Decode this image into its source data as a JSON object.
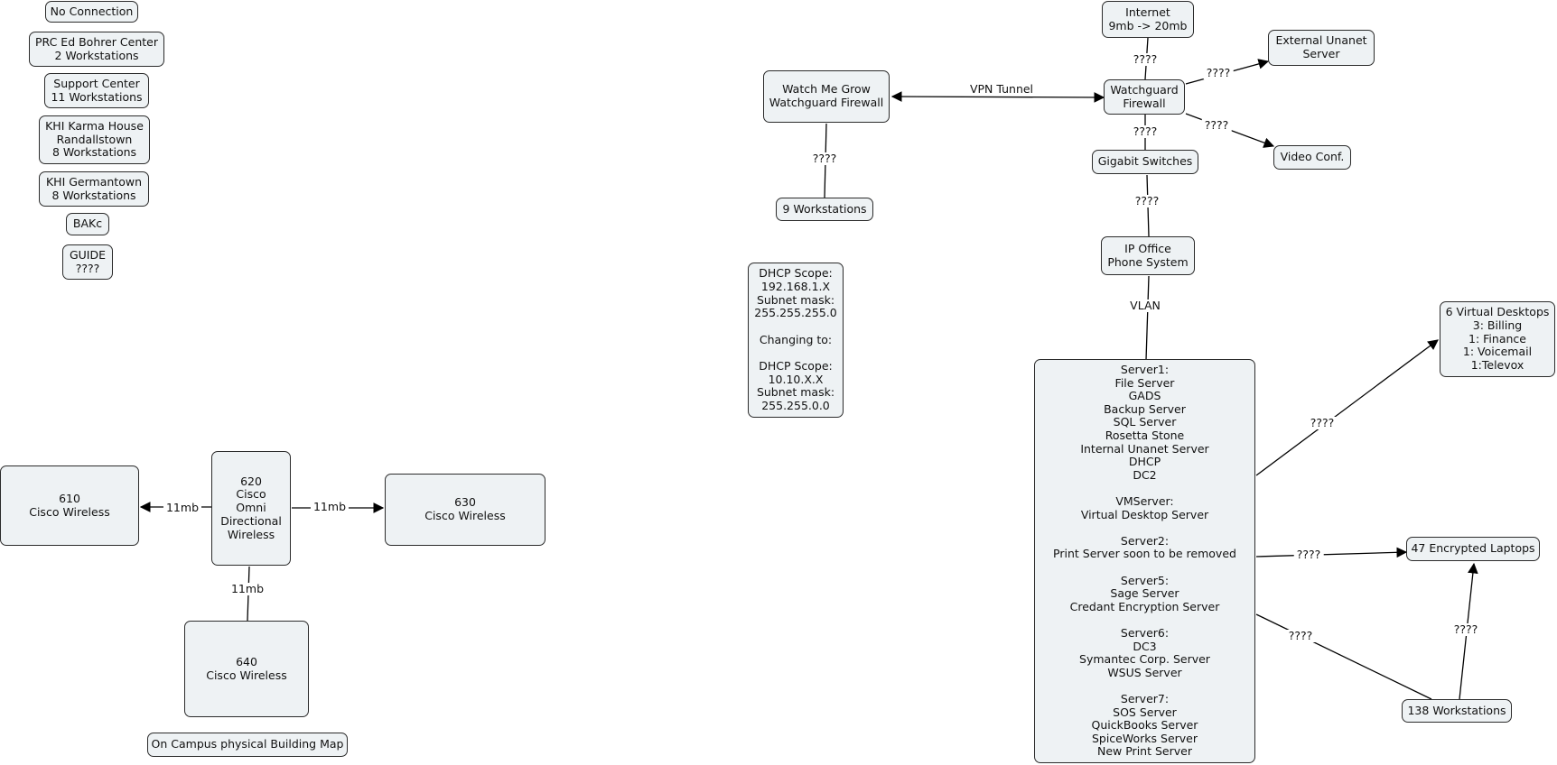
{
  "nodes": {
    "no_connection": "No Connection",
    "prc": "PRC Ed Bohrer Center\n2 Workstations",
    "support_center": "Support Center\n11 Workstations",
    "khi_karma": "KHI Karma House\nRandallstown\n8 Workstations",
    "khi_germantown": "KHI Germantown\n8 Workstations",
    "bakc": "BAKc",
    "guide": "GUIDE\n????",
    "n610": "610\nCisco Wireless",
    "n620": "620\nCisco\nOmni\nDirectional\nWireless",
    "n630": "630\nCisco Wireless",
    "n640": "640\nCisco Wireless",
    "campus_map": "On Campus physical Building Map",
    "watch_me_grow": "Watch Me Grow\nWatchguard Firewall",
    "nine_ws": "9 Workstations",
    "dhcp": "DHCP Scope:\n192.168.1.X\nSubnet mask:\n255.255.255.0\n\nChanging to:\n\nDHCP Scope:\n10.10.X.X\nSubnet mask:\n255.255.0.0",
    "internet": "Internet\n9mb -> 20mb",
    "watchguard": "Watchguard\nFirewall",
    "ext_unanet": "External Unanet\nServer",
    "video_conf": "Video Conf.",
    "gigabit": "Gigabit Switches",
    "ip_office": "IP Office\nPhone System",
    "servers": "Server1:\nFile Server\nGADS\nBackup Server\nSQL Server\nRosetta Stone\nInternal Unanet Server\nDHCP\nDC2\n\nVMServer:\nVirtual Desktop Server\n\nServer2:\nPrint Server soon to be removed\n\nServer5:\nSage Server\nCredant Encryption Server\n\nServer6:\nDC3\nSymantec Corp. Server\nWSUS Server\n\nServer7:\nSOS Server\nQuickBooks Server\nSpiceWorks Server\nNew Print Server",
    "virtual_desktops": "6 Virtual Desktops\n3: Billing\n1: Finance\n1: Voicemail\n1:Televox",
    "laptops": "47 Encrypted Laptops",
    "ws138": "138 Workstations"
  },
  "edge_labels": {
    "e_620_610": "11mb",
    "e_620_630": "11mb",
    "e_620_640": "11mb",
    "e_wmg_9ws": "????",
    "e_vpn": "VPN Tunnel",
    "e_inet_wg": "????",
    "e_wg_ext": "????",
    "e_wg_video": "????",
    "e_wg_gig": "????",
    "e_gig_ipo": "????",
    "e_ipo_srv": "VLAN",
    "e_srv_vd": "????",
    "e_srv_lap": "????",
    "e_srv_138": "????",
    "e_138_lap": "????"
  }
}
